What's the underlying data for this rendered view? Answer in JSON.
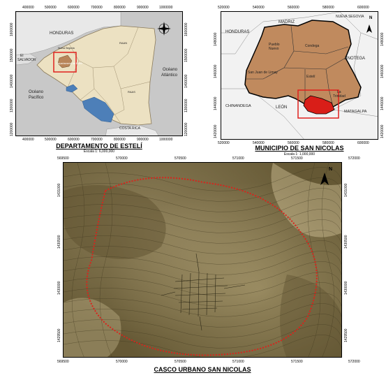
{
  "map1": {
    "title": "DEPARTAMENTO DE ESTELÍ",
    "scale": "Escala 1: 6,000,000",
    "x_ticks": [
      "400000",
      "500000",
      "600000",
      "700000",
      "800000",
      "900000",
      "1000000"
    ],
    "x_ticks_bottom": [
      "400000",
      "500000",
      "600000",
      "700000",
      "800000",
      "900000",
      "1000000"
    ],
    "y_ticks_left": [
      "1600000",
      "1500000",
      "1400000",
      "1300000",
      "1200000"
    ],
    "y_ticks_right": [
      "1600000",
      "1500000",
      "1400000",
      "1300000",
      "1200000"
    ],
    "labels": {
      "honduras": "HONDURAS",
      "el_salvador_1": "El",
      "el_salvador_2": "SALVADOR",
      "oceano_pacifico_1": "Océano",
      "oceano_pacifico_2": "Pacífico",
      "oceano_atlantico_1": "Océano",
      "oceano_atlantico_2": "Atlántico",
      "costa_rica": "COSTA RICA",
      "nueva_segovia": "Nueva Segovia",
      "departamento": "Departamento de Estelí",
      "raan": "RAAN",
      "raas": "RAAS"
    },
    "colors": {
      "sea": "#c8c8c8",
      "land": "#ece1c2",
      "lake": "#4d7fb8",
      "highlight": "#b8855a",
      "highlight_box": "#e0201c"
    }
  },
  "map2": {
    "title": "MUNICIPIO DE SAN NICOLAS",
    "scale": "Escala 1: 1,000,000",
    "x_ticks": [
      "520000",
      "540000",
      "560000",
      "580000",
      "600000"
    ],
    "x_ticks_bottom": [
      "520000",
      "540000",
      "560000",
      "580000",
      "600000"
    ],
    "y_ticks_left": [
      "1480000",
      "1460000",
      "1440000",
      "1420000"
    ],
    "y_ticks_right": [
      "1480000",
      "1460000",
      "1440000",
      "1420000"
    ],
    "labels": {
      "honduras": "HONDURAS",
      "nueva_segovia": "NUEVA SEGOVIA",
      "madriz": "MADRIZ",
      "pueblo_nuevo_1": "Pueblo",
      "pueblo_nuevo_2": "Nuevo",
      "condega": "Condega",
      "jinotega": "JINOTEGA",
      "san_juan_de_limay": "San Juan de Limay",
      "esteli": "Estelí",
      "la_trinidad_1": "La",
      "la_trinidad_2": "Trinidad",
      "chinandega": "CHINANDEGA",
      "leon": "LEÓN",
      "matagalpa": "MATAGALPA",
      "north": "N"
    },
    "colors": {
      "background": "#f2f2f2",
      "department": "#c08a5e",
      "municipio": "#d91e18",
      "box": "#e0201c"
    }
  },
  "map3": {
    "title": "CASCO URBANO SAN NICOLAS",
    "x_ticks": [
      "569500",
      "570000",
      "570500",
      "571000",
      "571500",
      "572000"
    ],
    "x_ticks_bottom": [
      "569500",
      "570000",
      "570500",
      "571000",
      "571500",
      "572000"
    ],
    "y_ticks_left": [
      "1431000",
      "1430500",
      "1430000",
      "1429500"
    ],
    "y_ticks_right": [
      "1431000",
      "1430500",
      "1430000",
      "1429500"
    ],
    "north": "N",
    "colors": {
      "terrain": "#9a8a5a",
      "boundary": "#d9231c"
    }
  }
}
